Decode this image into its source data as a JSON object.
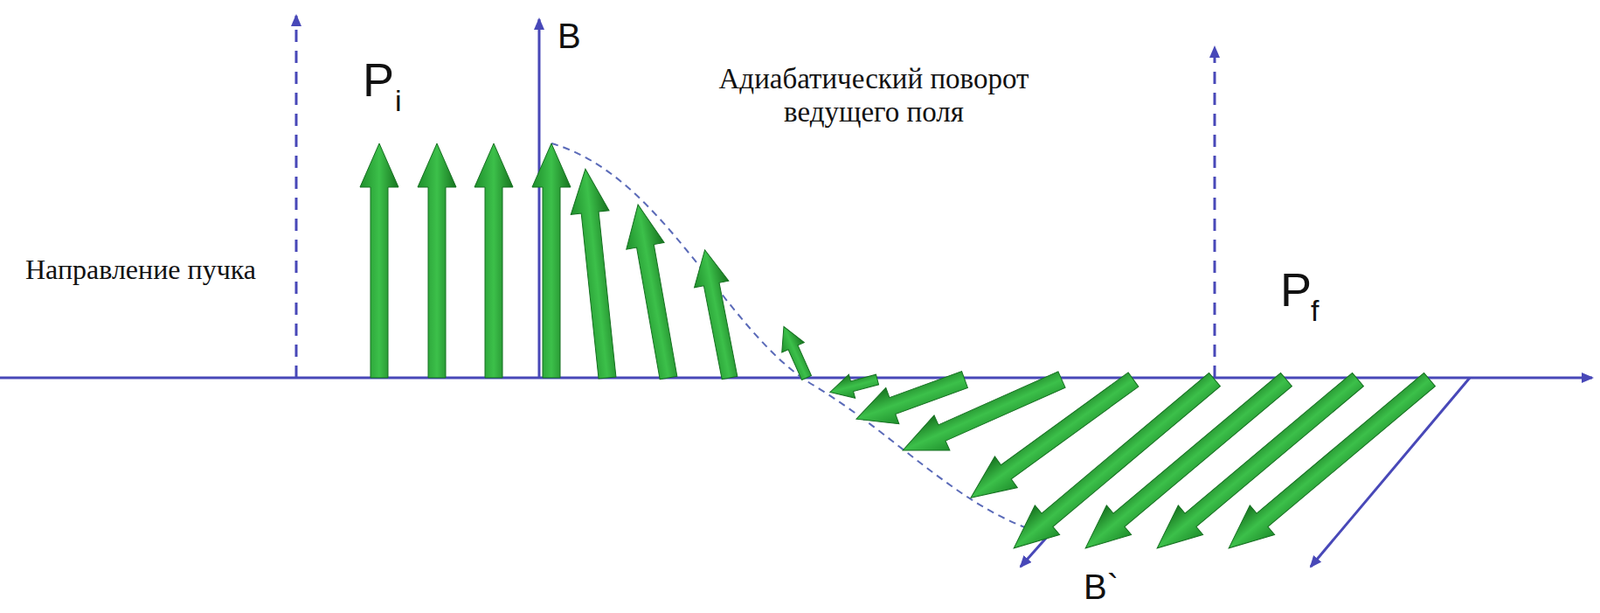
{
  "diagram": {
    "labels": [
      "B",
      "P",
      "i",
      "Адиабатический поворот ведущего поля",
      "Направление пучка",
      "P",
      "f",
      "B`"
    ]
  }
}
